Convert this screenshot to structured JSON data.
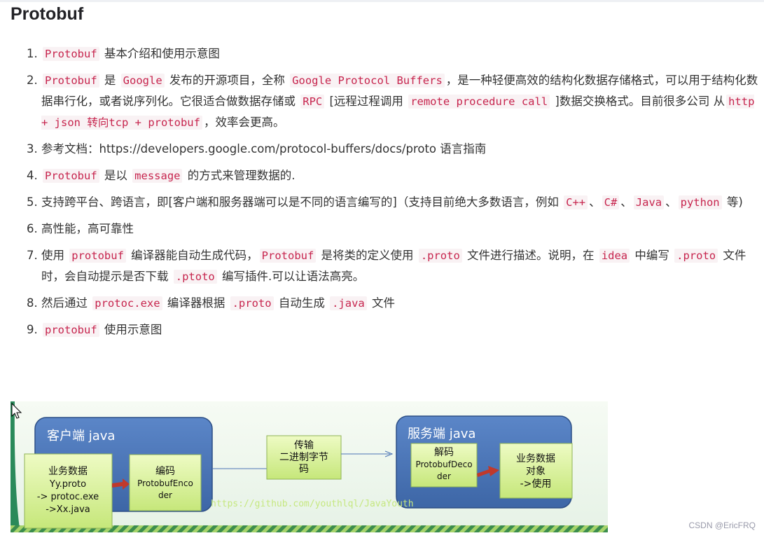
{
  "title": "Protobuf",
  "items": [
    {
      "num": "1.",
      "parts": [
        {
          "t": "code",
          "v": "Protobuf"
        },
        {
          "t": "text",
          "v": " 基本介绍和使用示意图"
        }
      ]
    },
    {
      "num": "2.",
      "parts": [
        {
          "t": "code",
          "v": "Protobuf"
        },
        {
          "t": "text",
          "v": " 是 "
        },
        {
          "t": "code",
          "v": "Google"
        },
        {
          "t": "text",
          "v": " 发布的开源项目，全称 "
        },
        {
          "t": "code",
          "v": "Google Protocol Buffers"
        },
        {
          "t": "text",
          "v": "，是一种轻便高效的结构化数据存储格式，可以用于结构化数据串行化，或者说序列化。它很适合做数据存储或 "
        },
        {
          "t": "code",
          "v": "RPC"
        },
        {
          "t": "text",
          "v": " [远程过程调用 "
        },
        {
          "t": "code",
          "v": "remote procedure call"
        },
        {
          "t": "text",
          "v": " ]数据交换格式。目前很多公司 从"
        },
        {
          "t": "code",
          "v": "http + json 转向tcp + protobuf"
        },
        {
          "t": "text",
          "v": "，效率会更高。"
        }
      ]
    },
    {
      "num": "3.",
      "parts": [
        {
          "t": "text",
          "v": "参考文档：https://developers.google.com/protocol-buffers/docs/proto 语言指南"
        }
      ]
    },
    {
      "num": "4.",
      "parts": [
        {
          "t": "code",
          "v": "Protobuf"
        },
        {
          "t": "text",
          "v": " 是以 "
        },
        {
          "t": "code",
          "v": "message"
        },
        {
          "t": "text",
          "v": " 的方式来管理数据的."
        }
      ]
    },
    {
      "num": "5.",
      "parts": [
        {
          "t": "text",
          "v": "支持跨平台、跨语言，即[客户端和服务器端可以是不同的语言编写的]（支持目前绝大多数语言，例如 "
        },
        {
          "t": "code",
          "v": "C++"
        },
        {
          "t": "text",
          "v": "、"
        },
        {
          "t": "code",
          "v": "C#"
        },
        {
          "t": "text",
          "v": "、"
        },
        {
          "t": "code",
          "v": "Java"
        },
        {
          "t": "text",
          "v": "、"
        },
        {
          "t": "code",
          "v": "python"
        },
        {
          "t": "text",
          "v": " 等)"
        }
      ]
    },
    {
      "num": "6.",
      "parts": [
        {
          "t": "text",
          "v": "高性能，高可靠性"
        }
      ]
    },
    {
      "num": "7.",
      "parts": [
        {
          "t": "text",
          "v": "使用 "
        },
        {
          "t": "code",
          "v": "protobuf"
        },
        {
          "t": "text",
          "v": " 编译器能自动生成代码，"
        },
        {
          "t": "code",
          "v": "Protobuf"
        },
        {
          "t": "text",
          "v": " 是将类的定义使用 "
        },
        {
          "t": "code",
          "v": ".proto"
        },
        {
          "t": "text",
          "v": " 文件进行描述。说明，在 "
        },
        {
          "t": "code",
          "v": "idea"
        },
        {
          "t": "text",
          "v": " 中编写 "
        },
        {
          "t": "code",
          "v": ".proto"
        },
        {
          "t": "text",
          "v": " 文件时，会自动提示是否下载 "
        },
        {
          "t": "code",
          "v": ".ptoto"
        },
        {
          "t": "text",
          "v": " 编写插件.可以让语法高亮。"
        }
      ]
    },
    {
      "num": "8.",
      "parts": [
        {
          "t": "text",
          "v": "然后通过 "
        },
        {
          "t": "code",
          "v": "protoc.exe"
        },
        {
          "t": "text",
          "v": " 编译器根据 "
        },
        {
          "t": "code",
          "v": ".proto"
        },
        {
          "t": "text",
          "v": " 自动生成 "
        },
        {
          "t": "code",
          "v": ".java"
        },
        {
          "t": "text",
          "v": " 文件"
        }
      ]
    },
    {
      "num": "9.",
      "parts": [
        {
          "t": "code",
          "v": "protobuf"
        },
        {
          "t": "text",
          "v": " 使用示意图"
        }
      ]
    }
  ],
  "diagram": {
    "client_title": "客户端 java",
    "client_data": [
      "业务数据",
      "Yy.proto",
      "-> protoc.exe",
      "->Xx.java"
    ],
    "client_encode": [
      "编码",
      "ProtobufEnco",
      "der"
    ],
    "transport": [
      "传输",
      "二进制字节",
      "码"
    ],
    "server_title": "服务端 java",
    "server_decode": [
      "解码",
      "ProtobufDeco",
      "der"
    ],
    "server_data": [
      "业务数据",
      "对象",
      "->使用"
    ],
    "url": "https://github.com/youthlql/JavaYouth"
  },
  "watermark": "CSDN @EricFRQ",
  "colors": {
    "code_text": "#c7254e",
    "code_bg": "#f9f2f4",
    "panel_blue": "#4a73b5",
    "box_green": "#d9f09a",
    "url_green": "#c6e880"
  }
}
